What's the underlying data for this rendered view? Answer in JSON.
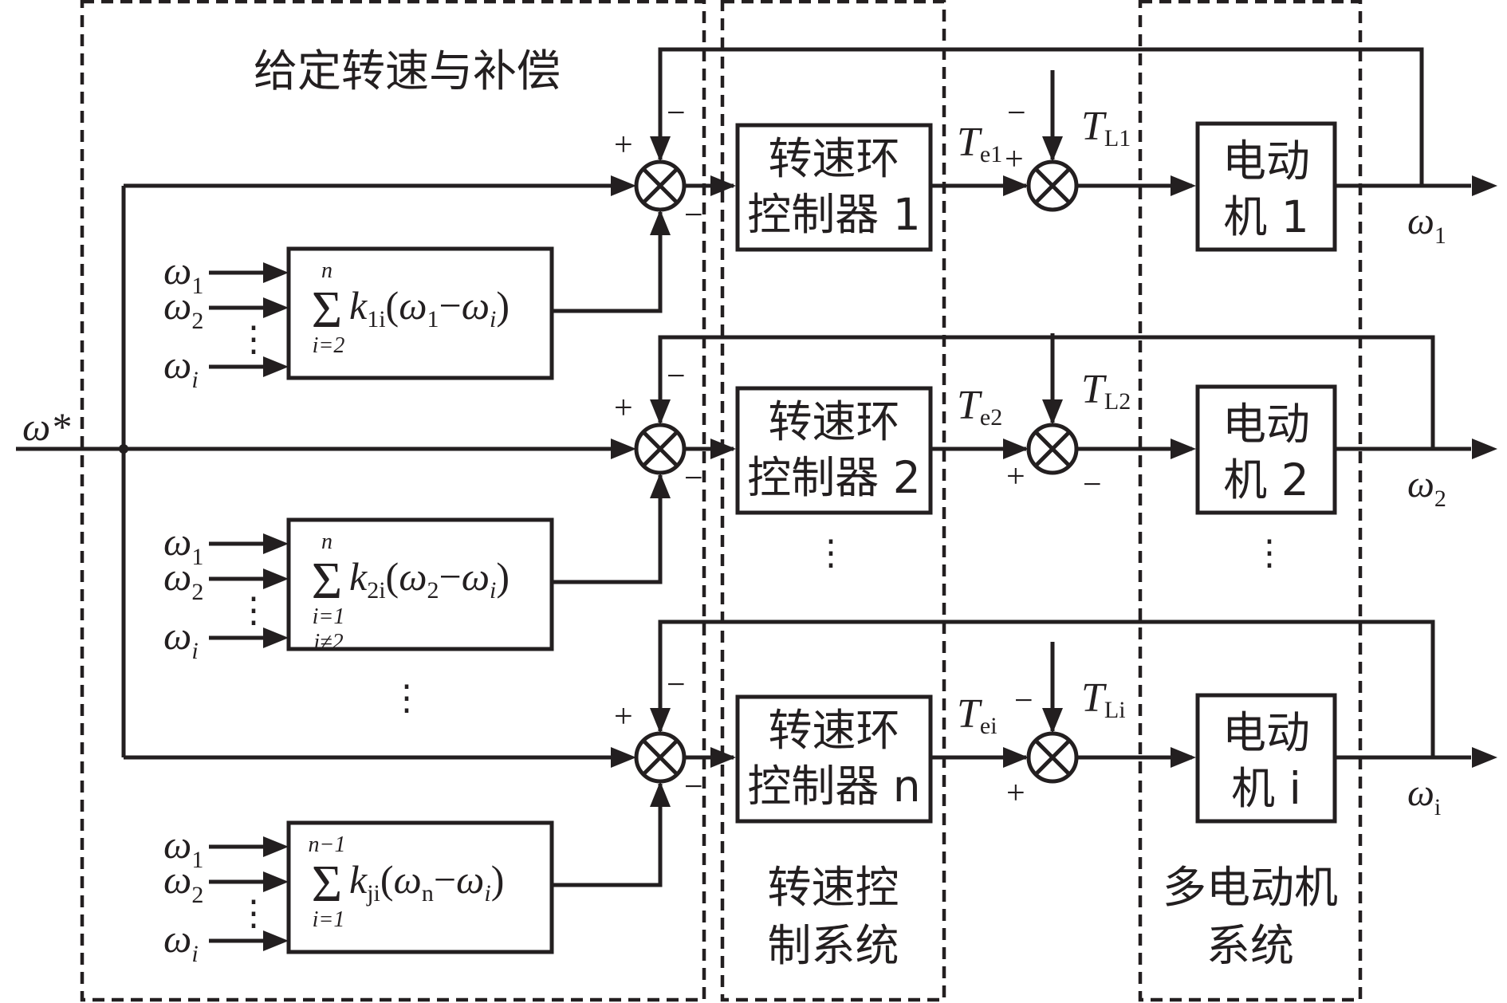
{
  "groups": {
    "given_speed": "给定转速与补偿",
    "speed_control": [
      "转速控",
      "制系统"
    ],
    "motor_system": [
      "多电动机",
      "系统"
    ]
  },
  "input_label": "ω*",
  "channels": [
    {
      "controller": [
        "转速环",
        "控制器 1"
      ],
      "motor": [
        "电动",
        "机 1"
      ],
      "te": {
        "sym": "T",
        "sub": "e1"
      },
      "tl": {
        "sym": "T",
        "sub": "L1"
      },
      "out": {
        "sym": "ω",
        "sub": "1"
      },
      "comp": {
        "k": "k",
        "ksub": "1i",
        "wa": "1",
        "upper": "n",
        "lower": [
          "i=2"
        ]
      }
    },
    {
      "controller": [
        "转速环",
        "控制器 2"
      ],
      "motor": [
        "电动",
        "机 2"
      ],
      "te": {
        "sym": "T",
        "sub": "e2"
      },
      "tl": {
        "sym": "T",
        "sub": "L2"
      },
      "out": {
        "sym": "ω",
        "sub": "2"
      },
      "comp": {
        "k": "k",
        "ksub": "2i",
        "wa": "2",
        "upper": "n",
        "lower": [
          "i=1",
          "i≠2"
        ]
      }
    },
    {
      "controller": [
        "转速环",
        "控制器 n"
      ],
      "motor": [
        "电动",
        "机 i"
      ],
      "te": {
        "sym": "T",
        "sub": "ei"
      },
      "tl": {
        "sym": "T",
        "sub": "Li"
      },
      "out": {
        "sym": "ω",
        "sub": "i"
      },
      "comp": {
        "k": "k",
        "ksub": "ji",
        "wa": "n",
        "upper": "n−1",
        "lower": [
          "i=1"
        ]
      }
    }
  ],
  "comp_inputs": [
    {
      "sym": "ω",
      "sub": "1"
    },
    {
      "sym": "ω",
      "sub": "2"
    },
    {
      "sym": "ω",
      "sub": "i"
    }
  ],
  "signs": {
    "plus": "+",
    "minus": "−"
  },
  "ellipsis": "⋮"
}
